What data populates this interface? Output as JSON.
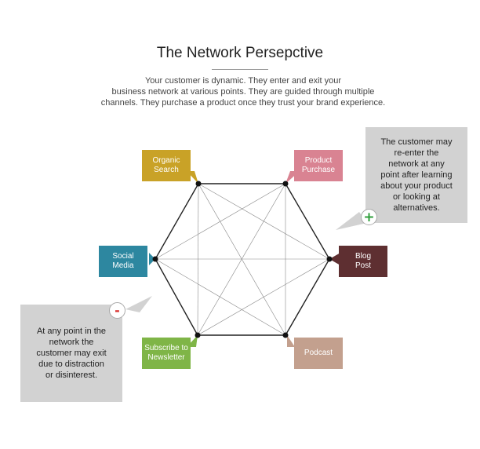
{
  "title": "The Network Persepctive",
  "intro_lines": [
    "Your customer is dynamic. They enter and exit your",
    "business network at various points. They are guided through multiple",
    "channels. They purchase a product once they trust your brand experience."
  ],
  "nodes": [
    {
      "id": "organic-search",
      "lines": [
        "Organic",
        "Search"
      ],
      "color": "#c9a227"
    },
    {
      "id": "product-purchase",
      "lines": [
        "Product",
        "Purchase"
      ],
      "color": "#d98392"
    },
    {
      "id": "social-media",
      "lines": [
        "Social",
        "Media"
      ],
      "color": "#2d87a0"
    },
    {
      "id": "blog-post",
      "lines": [
        "Blog",
        "Post"
      ],
      "color": "#5e2f31"
    },
    {
      "id": "subscribe-newsletter",
      "lines": [
        "Subscribe to",
        "Newsletter"
      ],
      "color": "#7fb547"
    },
    {
      "id": "podcast",
      "lines": [
        "Podcast"
      ],
      "color": "#c3a08e"
    }
  ],
  "notes": {
    "reenter": {
      "lines": [
        "The customer may",
        "re-enter the",
        "network at any",
        "point after learning",
        "about your product",
        "or looking at",
        "alternatives."
      ],
      "badge": "+",
      "badge_color": "#2e9e3a"
    },
    "exit": {
      "lines": [
        "At any point in the",
        "network the",
        "customer may exit",
        "due to distraction",
        "or disinterest."
      ],
      "badge": "-",
      "badge_color": "#d9302e"
    }
  },
  "colors": {
    "note_bg": "#d2d2d2",
    "edge": "#222222",
    "diagonal": "#888888"
  }
}
